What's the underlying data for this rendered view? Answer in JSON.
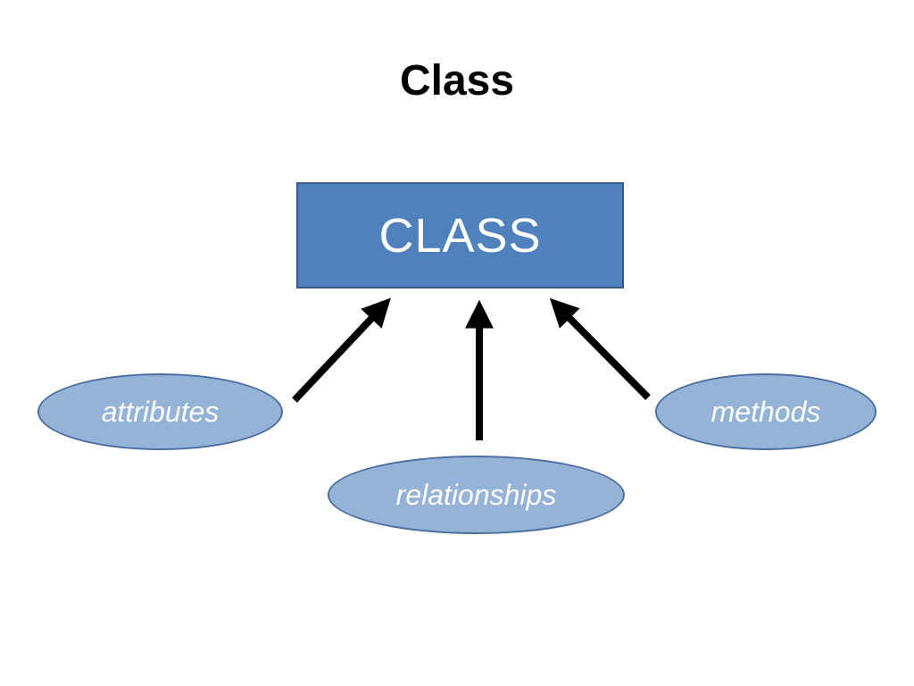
{
  "slide": {
    "title": "Class"
  },
  "diagram": {
    "class_label": "CLASS",
    "nodes": {
      "attributes": "attributes",
      "relationships": "relationships",
      "methods": "methods"
    },
    "colors": {
      "class_fill": "#4f81bd",
      "class_border": "#385d8a",
      "ellipse_fill": "#95b3d7",
      "ellipse_border": "#4a6f9f",
      "arrow": "#000000"
    }
  }
}
